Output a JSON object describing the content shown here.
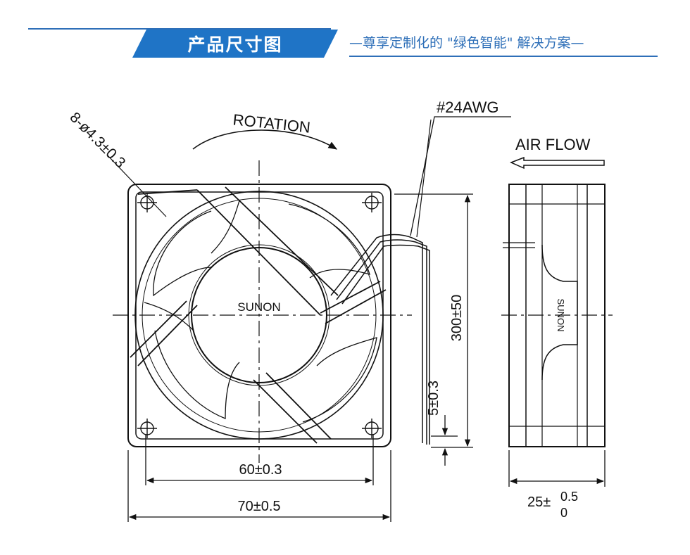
{
  "header": {
    "title": "产品尺寸图",
    "slogan": "—尊享定制化的 \"绿色智能\" 解决方案—"
  },
  "diagram": {
    "rotation_label": "ROTATION",
    "hole_spec": "8-ø4.3±0.3",
    "wire_spec": "#24AWG",
    "airflow_label": "AIR FLOW",
    "brand_front": "SUNON",
    "brand_side": "SUNON",
    "dim_inner_width": "60±0.3",
    "dim_outer_width": "70±0.5",
    "dim_lead_length": "300±50",
    "dim_strip_length": "5±0.3",
    "dim_depth_base": "25±",
    "dim_depth_upper": "0.5",
    "dim_depth_lower": "0"
  },
  "colors": {
    "accent": "#1f74c6",
    "line": "#111111",
    "background": "#ffffff"
  }
}
